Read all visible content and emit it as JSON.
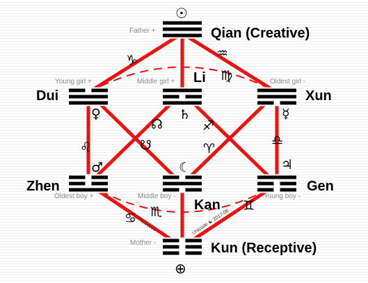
{
  "colors": {
    "line": "#ee1111",
    "hexagram": "#000000",
    "role_label": "#8a8a8a",
    "background": "#ffffff",
    "stripe": "#efefef"
  },
  "trigrams": {
    "qian": {
      "name": "Qian (Creative)",
      "role": "Father +",
      "lines": [
        1,
        1,
        1
      ]
    },
    "dui": {
      "name": "Dui",
      "role": "Young girl +",
      "lines": [
        0,
        1,
        1
      ]
    },
    "li": {
      "name": "Li",
      "role": "Middle girl +",
      "lines": [
        1,
        0,
        1
      ]
    },
    "xun": {
      "name": "Xun",
      "role": "Oldest girl -",
      "lines": [
        1,
        1,
        0
      ]
    },
    "zhen": {
      "name": "Zhen",
      "role": "Oldest boy +",
      "lines": [
        0,
        0,
        1
      ]
    },
    "kan": {
      "name": "Kan",
      "role": "Middle boy -",
      "lines": [
        0,
        1,
        0
      ]
    },
    "gen": {
      "name": "Gen",
      "role": "Young boy -",
      "lines": [
        1,
        0,
        0
      ]
    },
    "kun": {
      "name": "Kun (Receptive)",
      "role": "Mother -",
      "lines": [
        0,
        0,
        0
      ]
    }
  },
  "symbols": {
    "sun": "☉",
    "capricorn": "♑",
    "aquarius": "♒",
    "virgo": "♍",
    "venus": "♀",
    "saturn": "♄",
    "mercury": "☿",
    "node_north": "☊",
    "node_south": "☋",
    "sagittarius": "♐",
    "leo": "♌",
    "aries": "♈",
    "libra": "♎",
    "mars": "♂",
    "moon": "☾",
    "jupiter": "♃",
    "cancer": "♋",
    "scorpio": "♏",
    "gemini": "♊",
    "earth": "⊕"
  },
  "small_text": {
    "left": "© Ferocoire",
    "right": "Unicode ☯ 2017-08"
  }
}
